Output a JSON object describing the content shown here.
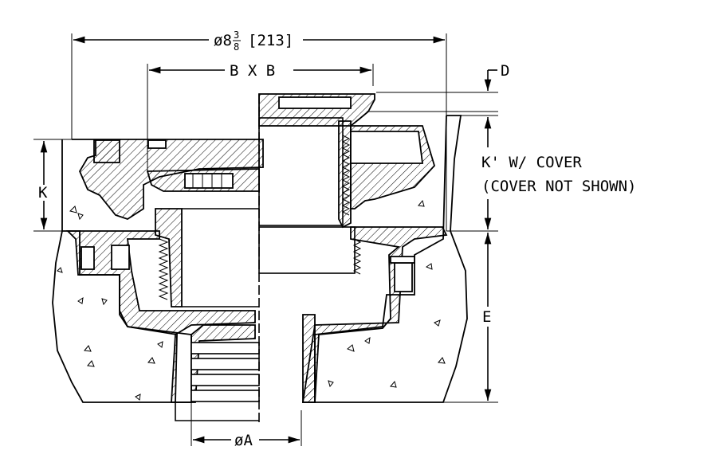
{
  "dimensions": {
    "overall_diameter": {
      "prefix": "ø8",
      "frac_num": "3",
      "frac_den": "8",
      "metric": "[213]"
    },
    "top_size": "B X B",
    "d_label": "D",
    "k_label": "K",
    "k_prime_line1": "K' W/ COVER",
    "k_prime_line2": "(COVER NOT SHOWN)",
    "e_label": "E",
    "a_label": "øA"
  },
  "colors": {
    "line": "#000000",
    "background": "#ffffff"
  }
}
